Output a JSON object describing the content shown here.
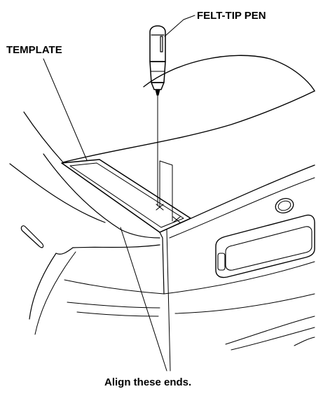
{
  "labels": {
    "pen": "FELT-TIP PEN",
    "template": "TEMPLATE",
    "align": "Align these ends."
  }
}
